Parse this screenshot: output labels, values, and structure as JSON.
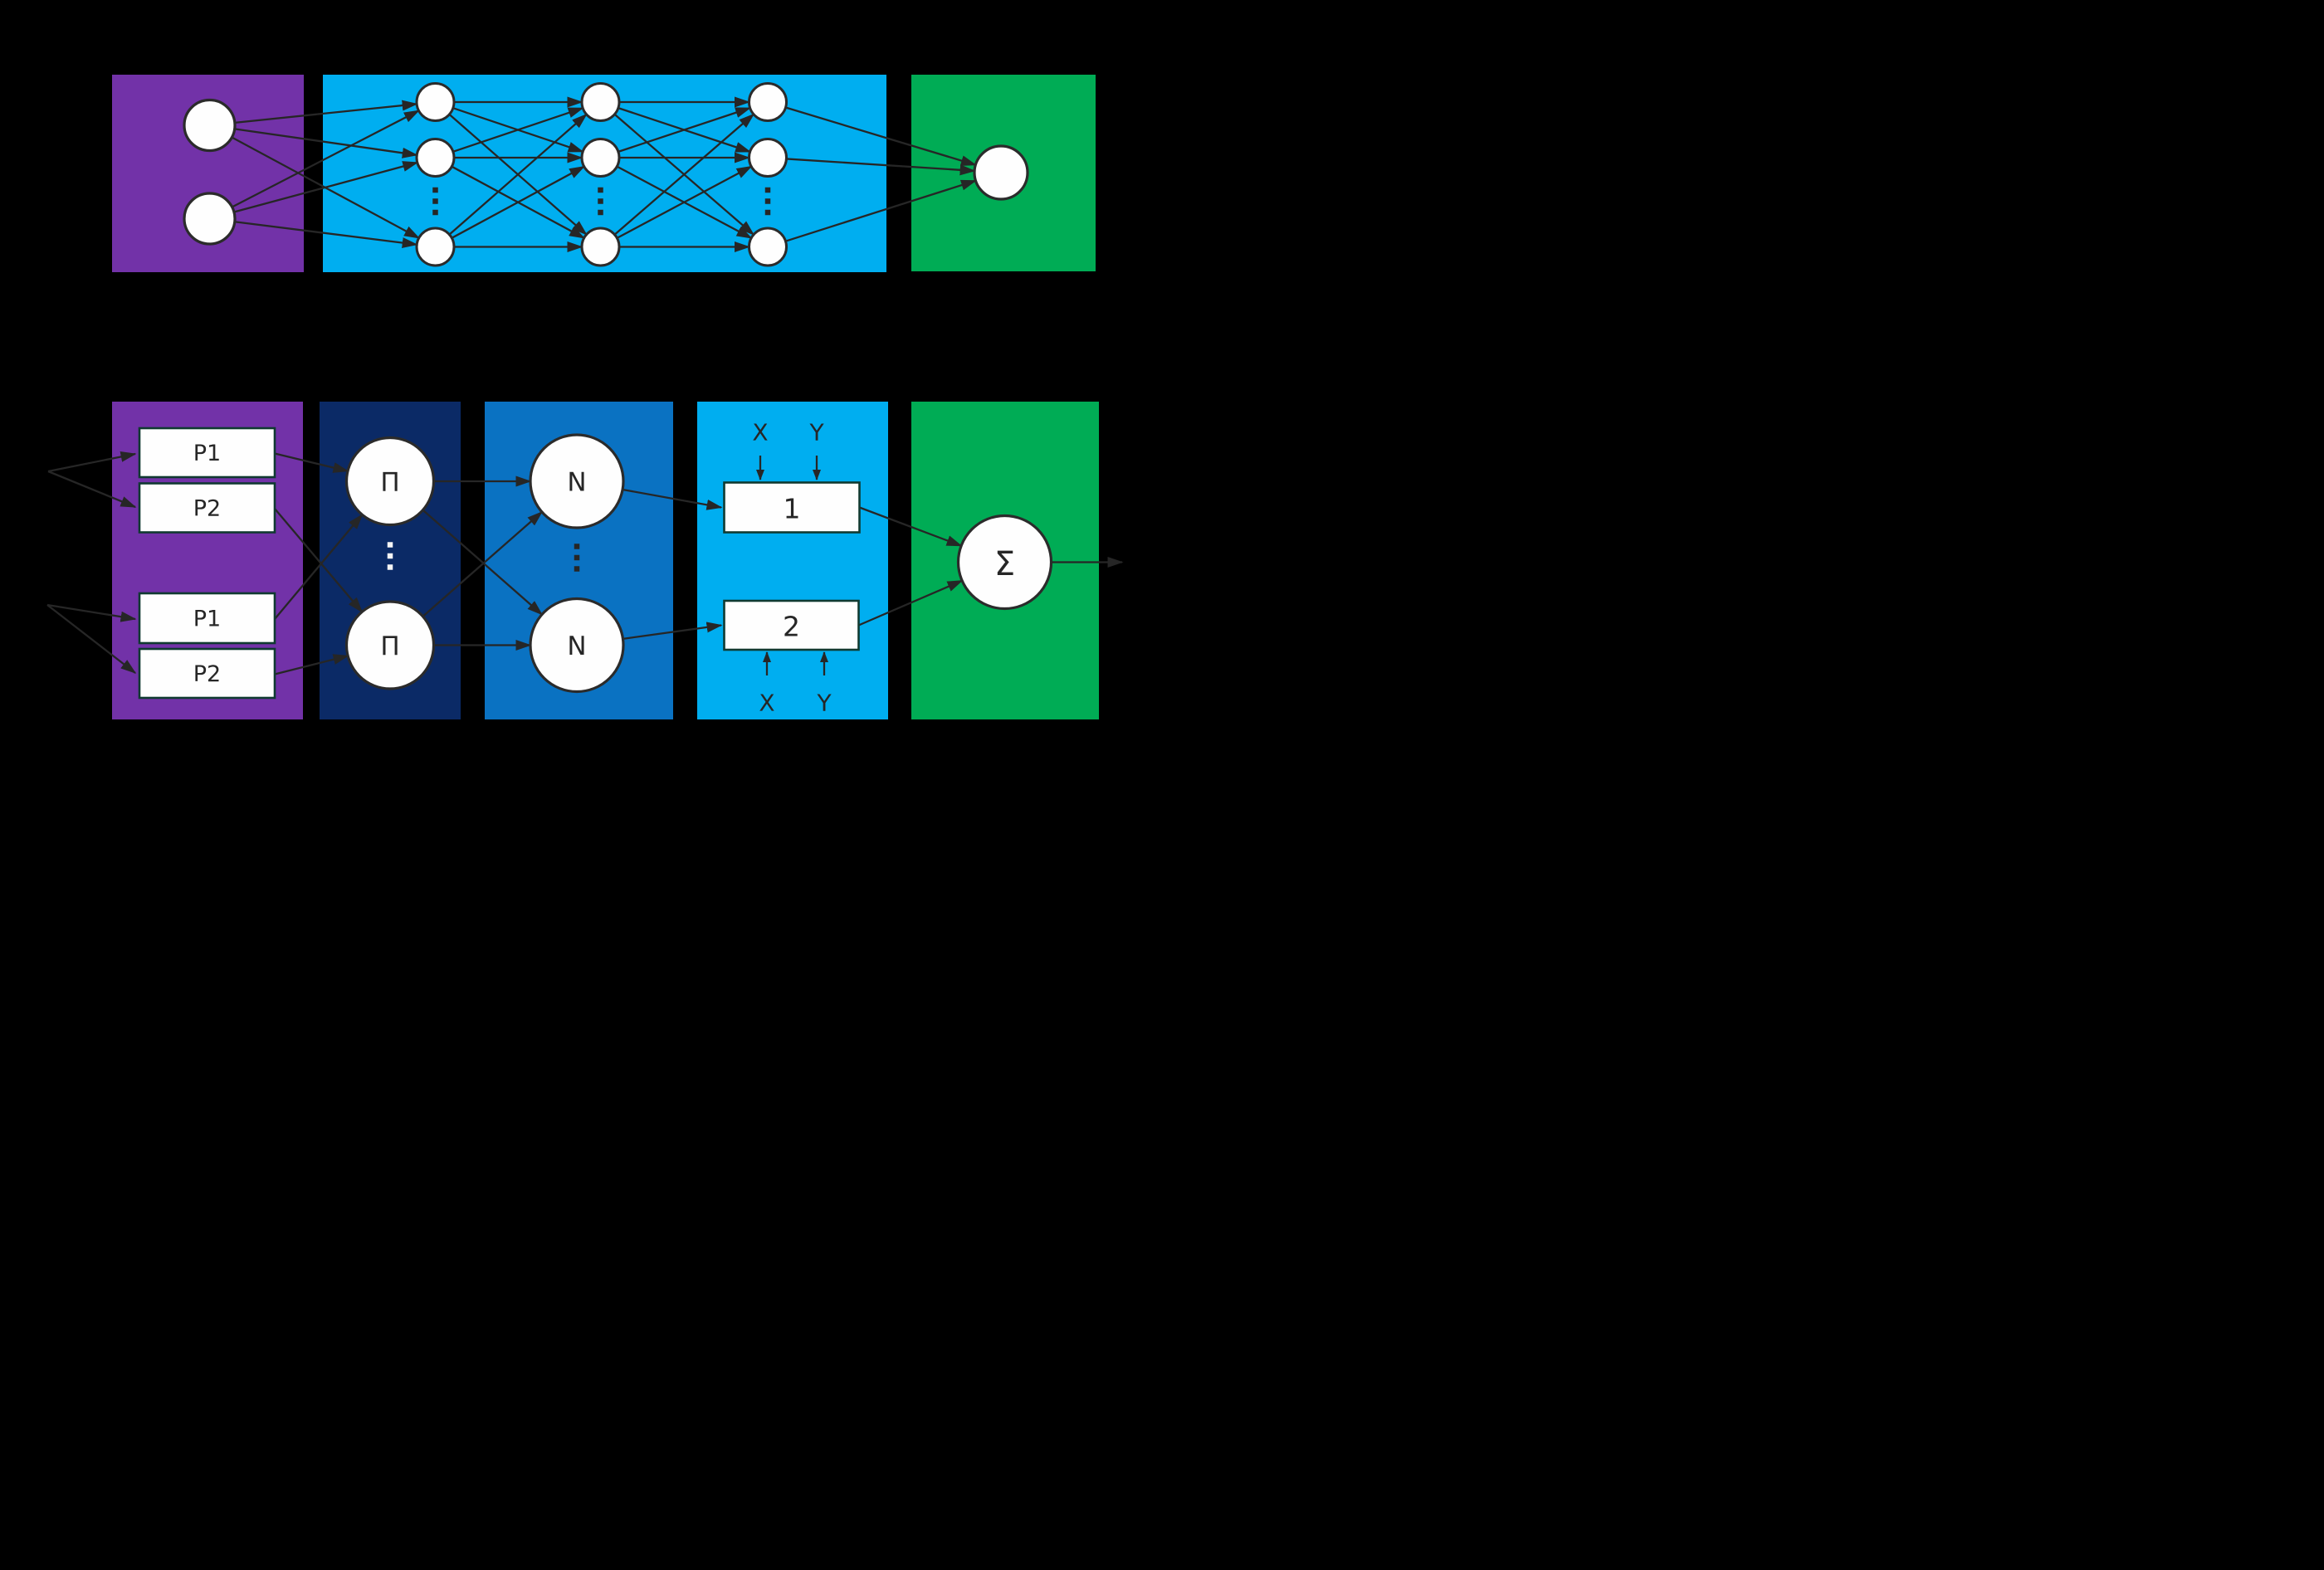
{
  "figure": {
    "background": "#000000",
    "colors": {
      "purple": "#7232A8",
      "navy": "#0B2A66",
      "blue": "#0A72C2",
      "cyan": "#00AEF0",
      "green": "#00AC55",
      "node_fill": "#FEFEFE",
      "node_stroke": "#2B2B2B",
      "box_border": "#103A31",
      "edge": "#262626",
      "text": "#262626",
      "dots_on_navy": "#F5F5F5"
    },
    "top_network": {
      "description": "feedforward neural network: two input nodes, three fully connected hidden layers, one output node",
      "input_nodes": 2,
      "hidden_layers": 3,
      "visible_nodes_per_hidden_layer": 3,
      "output_nodes": 1
    },
    "bottom_network": {
      "membership_boxes": [
        "P1",
        "P2",
        "P1",
        "P2"
      ],
      "product_nodes": [
        "Π",
        "Π"
      ],
      "norm_nodes": [
        "N",
        "N"
      ],
      "consequent_boxes": [
        "1",
        "2"
      ],
      "consequent_inputs_top": [
        "X",
        "Y"
      ],
      "consequent_inputs_bottom": [
        "X",
        "Y"
      ],
      "sum_node": "Σ"
    }
  }
}
